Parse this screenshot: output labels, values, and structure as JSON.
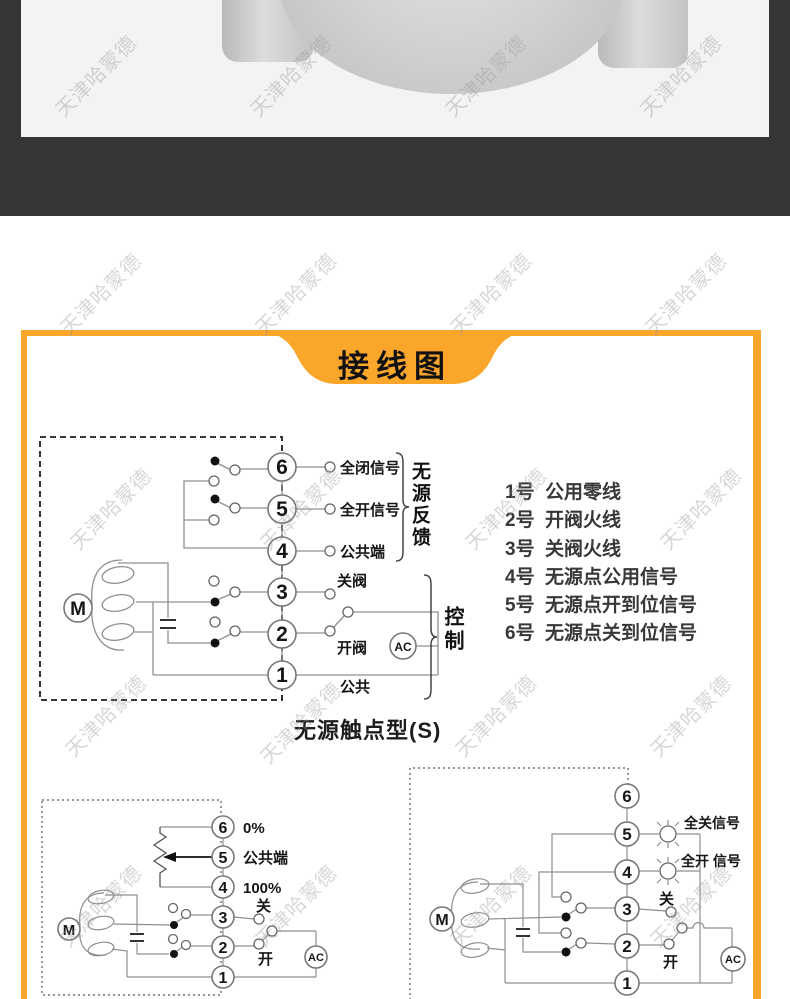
{
  "watermark": "天津哈蒙德",
  "banner": {
    "title": "接线图"
  },
  "colors": {
    "accent_orange": "#F9A62B",
    "dark_band": "#363636",
    "photo_bg": "#F3F3F4"
  },
  "symbols": {
    "motor": "M",
    "ac": "AC"
  },
  "main_diagram": {
    "terminals": [
      "6",
      "5",
      "4",
      "3",
      "2",
      "1"
    ],
    "labels": {
      "t6": "全闭信号",
      "t5": "全开信号",
      "t4": "公共端",
      "t3": "关阀",
      "t2": "开阀",
      "t1": "公共"
    },
    "feedback_group_label": "无源反馈",
    "control_group_label": "控制",
    "caption": "无源触点型(S)"
  },
  "wiring_notes": {
    "items": [
      {
        "num": "1号",
        "desc": "公用零线"
      },
      {
        "num": "2号",
        "desc": "开阀火线"
      },
      {
        "num": "3号",
        "desc": "关阀火线"
      },
      {
        "num": "4号",
        "desc": "无源点公用信号"
      },
      {
        "num": "5号",
        "desc": "无源点开到位信号"
      },
      {
        "num": "6号",
        "desc": "无源点关到位信号"
      }
    ]
  },
  "bottom_left_diagram": {
    "terminals": [
      "6",
      "5",
      "4",
      "3",
      "2",
      "1"
    ],
    "labels": {
      "t6": "0%",
      "t5": "公共端",
      "t4": "100%",
      "t3": "关",
      "t2": "开"
    }
  },
  "bottom_right_diagram": {
    "terminals": [
      "6",
      "5",
      "4",
      "3",
      "2",
      "1"
    ],
    "labels": {
      "t5": "全关信号",
      "t4": "全开 信号",
      "t3": "关",
      "t2": "开"
    }
  }
}
